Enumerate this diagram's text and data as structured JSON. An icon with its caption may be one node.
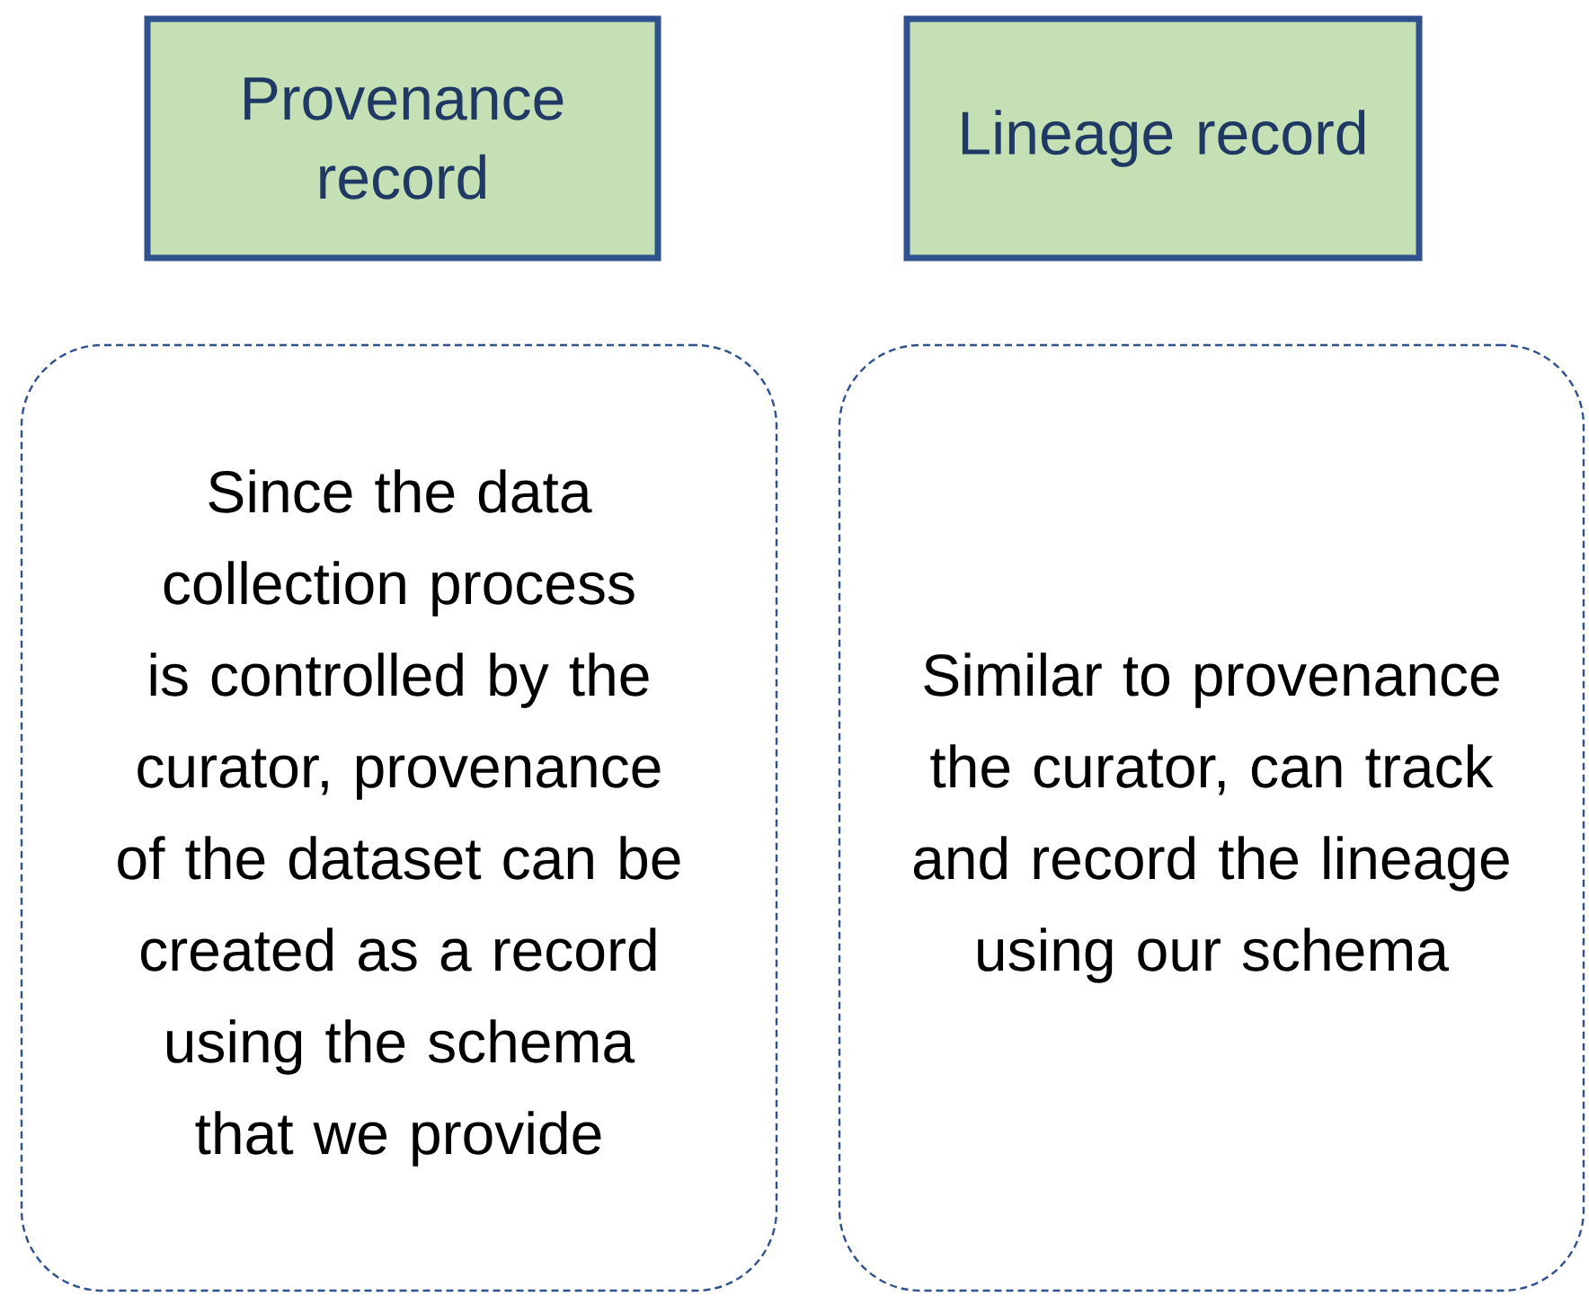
{
  "diagram": {
    "nodes": [
      {
        "text": [
          "Provenance record"
        ]
      },
      {
        "text": [
          "Lineage record"
        ]
      },
      {
        "text": [
          "Since the data collection process is controlled by the curator, provenance of the dataset can be created as  a record using the schema that we provide"
        ]
      },
      {
        "text": [
          "Similar to provenance the curator, can track and record the lineage using our schema"
        ]
      }
    ]
  }
}
